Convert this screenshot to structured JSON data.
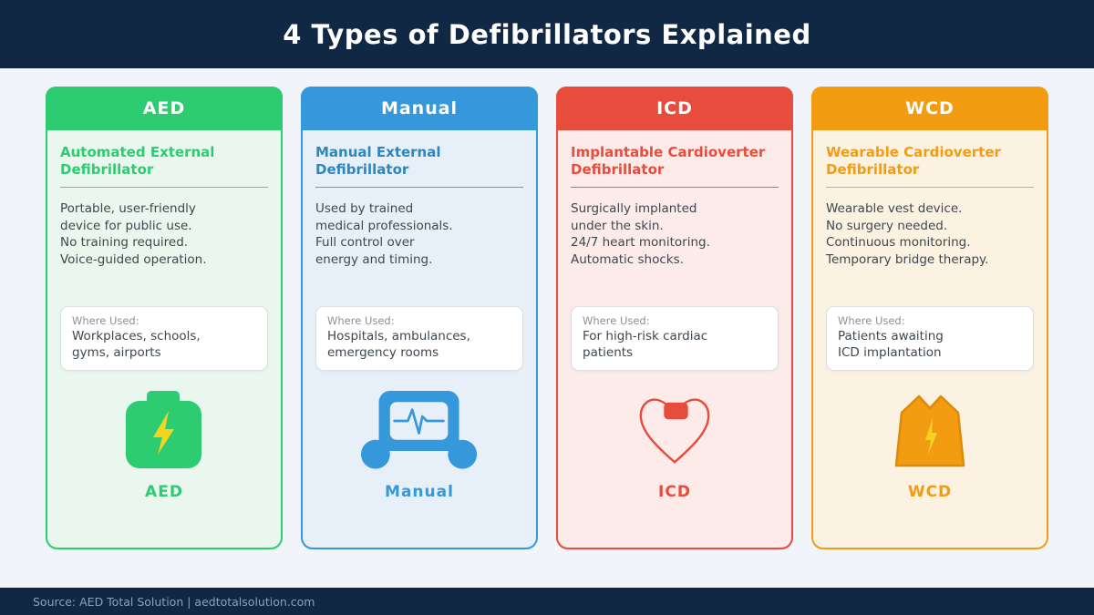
{
  "theme": {
    "navy": "#112845",
    "page_bg": "#F1F5F9",
    "body_text": "#3F474E",
    "muted_text": "#8A9099",
    "footer_text": "#8BA2B8",
    "box_bg": "#FFFFFF",
    "box_border": "#DEE1E4",
    "bolt_yellow": "#F4D321"
  },
  "header": {
    "title": "4 Types of Defibrillators Explained"
  },
  "footer": {
    "source": "Source: AED Total Solution | aedtotalsolution.com"
  },
  "cards": [
    {
      "acronym": "AED",
      "full_name": "Automated External\nDefibrillator",
      "description": "Portable, user-friendly\ndevice for public use.\nNo training required.\nVoice-guided operation.",
      "where_used_label": "Where Used:",
      "where_used": "Workplaces, schools,\ngyms, airports",
      "icon": "aed-device-icon",
      "icon_label": "AED",
      "colors": {
        "accent": "#2ECC71",
        "tint": "#E9F7EF",
        "title": "#2ECC71"
      }
    },
    {
      "acronym": "Manual",
      "full_name": "Manual External\nDefibrillator",
      "description": "Used by trained\nmedical professionals.\nFull control over\nenergy and timing.",
      "where_used_label": "Where Used:",
      "where_used": "Hospitals, ambulances,\nemergency rooms",
      "icon": "manual-defibrillator-icon",
      "icon_label": "Manual",
      "colors": {
        "accent": "#3498DB",
        "tint": "#E7F0F9",
        "title": "#2E86C1"
      }
    },
    {
      "acronym": "ICD",
      "full_name": "Implantable Cardioverter\nDefibrillator",
      "description": "Surgically implanted\nunder the skin.\n24/7 heart monitoring.\nAutomatic shocks.",
      "where_used_label": "Where Used:",
      "where_used": "For high-risk cardiac\npatients",
      "icon": "heart-implant-icon",
      "icon_label": "ICD",
      "colors": {
        "accent": "#E74C3C",
        "tint": "#FCEBE9",
        "title": "#E74C3C"
      }
    },
    {
      "acronym": "WCD",
      "full_name": "Wearable Cardioverter\nDefibrillator",
      "description": "Wearable vest device.\nNo surgery needed.\nContinuous monitoring.\nTemporary bridge therapy.",
      "where_used_label": "Where Used:",
      "where_used": "Patients awaiting\nICD implantation",
      "icon": "vest-icon",
      "icon_label": "WCD",
      "colors": {
        "accent": "#F39C12",
        "tint": "#FCF2E2",
        "title": "#F39C12",
        "stroke": "#DD8A0B"
      }
    }
  ]
}
